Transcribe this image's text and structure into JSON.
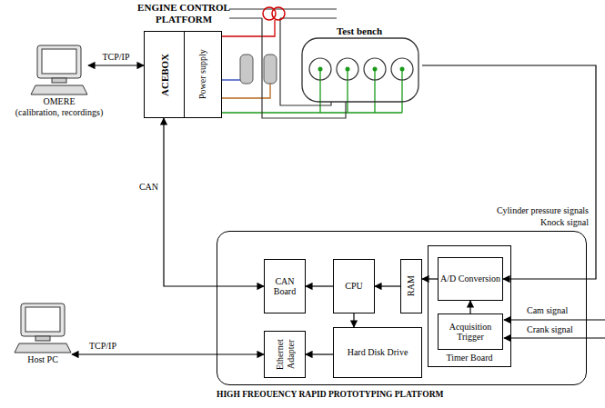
{
  "diagram": {
    "nodes": [
      {
        "text": [
          "OMERE",
          "(calibration, recordings)"
        ]
      },
      {
        "text": [
          "ENGINE CONTROL PLATFORM",
          "ACEBOX"
        ]
      },
      {
        "text": [
          "Power supply"
        ],
        "in": 1
      },
      {
        "text": [
          "Test bench"
        ]
      },
      {
        "text": [
          "HIGH FREOUENCY RAPID PROTOTYPING PLATFORM"
        ]
      },
      {
        "text": [
          "CAN Board"
        ],
        "in": 4
      },
      {
        "text": [
          "CPU"
        ],
        "in": 4
      },
      {
        "text": [
          "RAM"
        ],
        "in": 4
      },
      {
        "text": [
          "Timer Board"
        ],
        "in": 4
      },
      {
        "text": [
          "A/D Conversion"
        ],
        "in": 8
      },
      {
        "text": [
          "Acquisition Trigger"
        ],
        "in": 8
      },
      {
        "text": [
          "Ethernet Adapter"
        ],
        "in": 4
      },
      {
        "text": [
          "Hard Disk Drive"
        ],
        "in": 4
      },
      {
        "text": [
          "Host PC"
        ]
      }
    ],
    "edges": [
      {
        "from": 0,
        "to": 1,
        "arrow": "both",
        "label": "TCP/IP"
      },
      {
        "from": 1,
        "to": 5,
        "arrow": "both",
        "label": "CAN"
      },
      {
        "from": 6,
        "to": 5,
        "arrow": "to"
      },
      {
        "from": 7,
        "to": 6,
        "arrow": "to"
      },
      {
        "from": 9,
        "to": 7,
        "arrow": "to"
      },
      {
        "from": 10,
        "to": 9,
        "arrow": "to"
      },
      {
        "from": 6,
        "to": 12,
        "arrow": "to"
      },
      {
        "from": 12,
        "to": 11,
        "arrow": "to"
      },
      {
        "from": 13,
        "to": 11,
        "arrow": "both",
        "label": "TCP/IP"
      },
      {
        "from": 3,
        "to": 9,
        "arrow": "to"
      }
    ],
    "labels": [
      "Cylinder pressure signals",
      "Knock signal",
      "Cam signal",
      "Crank signal"
    ]
  }
}
